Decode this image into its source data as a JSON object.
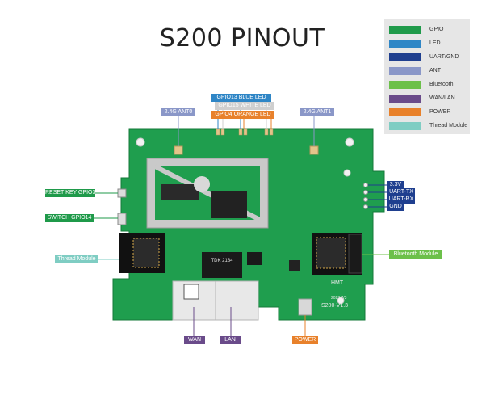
{
  "title": "S200 PINOUT",
  "legend": [
    {
      "label": "GPIO",
      "color": "#1f9a4a"
    },
    {
      "label": "LED",
      "color": "#2f86c6"
    },
    {
      "label": "UART/GND",
      "color": "#1f3f8f"
    },
    {
      "label": "ANT",
      "color": "#8a97c8"
    },
    {
      "label": "Bluetooth",
      "color": "#6cc04a"
    },
    {
      "label": "WAN/LAN",
      "color": "#6a4b8a"
    },
    {
      "label": "POWER",
      "color": "#e8812b"
    },
    {
      "label": "Thread Module",
      "color": "#7fcdc3"
    }
  ],
  "tags": {
    "gpio13": "GPIO13 BLUE LED",
    "gpio15": "GPIO15 WHITE LED",
    "gpio4": "GPIO4 ORANGE LED",
    "ant0": "2.4G ANT0",
    "ant1": "2.4G ANT1",
    "reset": "RESET KEY GPIO3",
    "switch": "SWITCH GPIO14",
    "thread": "Thread Module",
    "bt": "Bluetooth Module",
    "v33": "3.3V",
    "tx": "UART-TX",
    "rx": "UART-RX",
    "gnd": "GND",
    "wan": "WAN",
    "lan": "LAN",
    "power": "POWER"
  },
  "board": {
    "chip_left": "TDK 2134",
    "chip_right": "S200-V1.3",
    "mark_hmt": "HMT",
    "date": "2023/7/3"
  }
}
